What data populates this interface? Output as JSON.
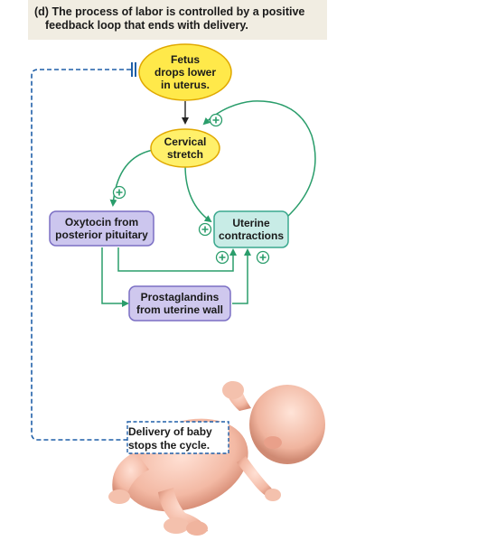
{
  "panel": {
    "letter": "(d)",
    "title": "The process of labor is controlled by a positive feedback loop that ends with delivery."
  },
  "nodes": {
    "fetus": {
      "line1": "Fetus",
      "line2": "drops lower",
      "line3": "in uterus."
    },
    "cervical": {
      "line1": "Cervical",
      "line2": "stretch"
    },
    "oxytocin": {
      "line1": "Oxytocin from",
      "line2": "posterior pituitary"
    },
    "uterine": {
      "line1": "Uterine",
      "line2": "contractions"
    },
    "prostaglandins": {
      "line1": "Prostaglandins",
      "line2": "from uterine wall"
    },
    "delivery": {
      "line1": "Delivery of baby",
      "line2": "stops the cycle."
    }
  },
  "colors": {
    "arrow_green": "#2a9d6b",
    "dashed_blue": "#1f5fa8",
    "fetus_fill": "#ffe94a",
    "fetus_stroke": "#e0a800",
    "cervical_fill": "#fff06a",
    "oxytocin_fill": "#ccc6ee",
    "oxytocin_stroke": "#7b6fc4",
    "uterine_fill": "#c8ece6",
    "uterine_stroke": "#3aa88e",
    "prostaglandins_fill": "#cfc8ee",
    "header_bg": "#f1ede2"
  },
  "icons": [
    "plus-circle-icon",
    "inhibit-bar-icon",
    "baby-illustration"
  ]
}
